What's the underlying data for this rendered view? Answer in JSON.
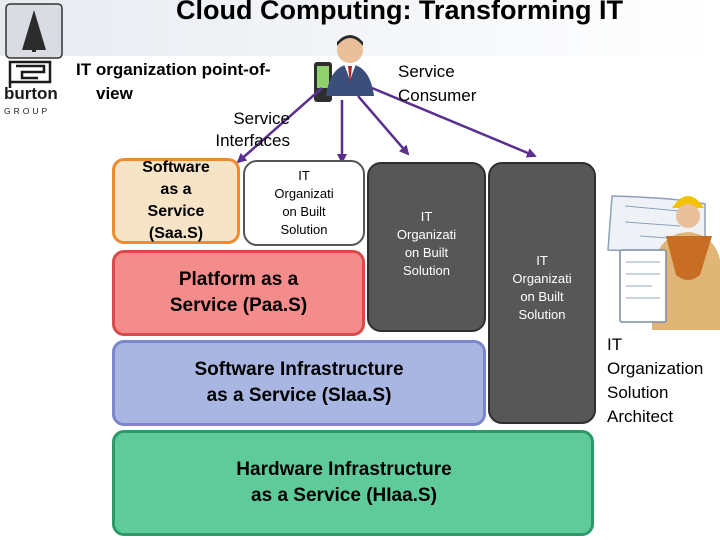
{
  "title": "Cloud Computing: Transforming IT",
  "subtitle_line1": "IT organization point-of-",
  "subtitle_line2": "view",
  "service_consumer_line1": "Service",
  "service_consumer_line2": "Consumer",
  "service_interfaces_line1": "Service",
  "service_interfaces_line2": "Interfaces",
  "saas": [
    "Software",
    "as a",
    "Service",
    "(Saa.S)"
  ],
  "paas": [
    "Platform as a",
    "Service (Paa.S)"
  ],
  "siaas": [
    "Software Infrastructure",
    "as a Service (SIaa.S)"
  ],
  "hiaas": [
    "Hardware Infrastructure",
    "as a Service (HIaa.S)"
  ],
  "it_solution": [
    "IT",
    "Organizati",
    "on Built",
    "Solution"
  ],
  "architect": [
    "IT",
    "Organization",
    "Solution",
    "Architect"
  ],
  "logo": {
    "word1": "burton",
    "word2": "GROUP"
  },
  "colors": {
    "saas_fill": "#f7e4c6",
    "paas_fill": "#f48c8c",
    "siaas_fill": "#a9b6e2",
    "hiaas_fill": "#5fcb9a",
    "it_box_fill": "#575757",
    "arrow": "#5b2f8f"
  },
  "icons": [
    "burton-group-logo-icon",
    "service-consumer-person-icon",
    "solution-architect-person-icon"
  ]
}
